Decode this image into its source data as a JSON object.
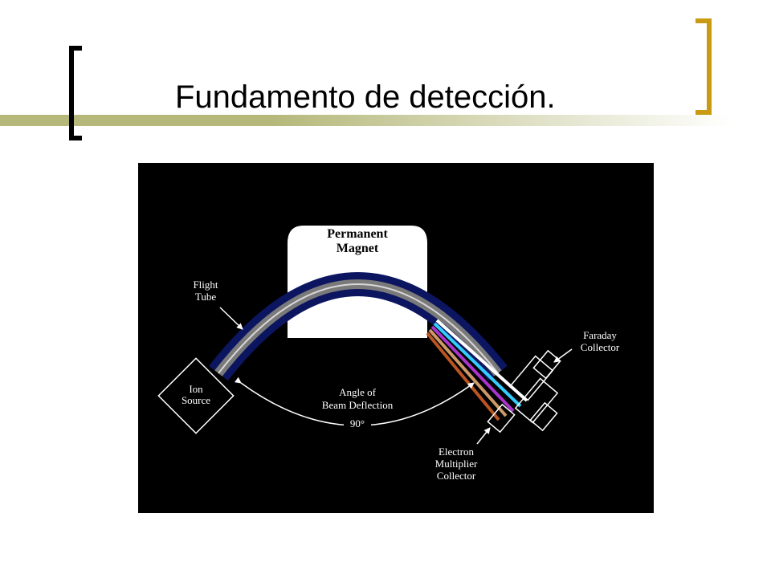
{
  "slide": {
    "title": "Fundamento de detección."
  },
  "diagram": {
    "magnet_label": [
      "Permanent",
      "Magnet"
    ],
    "flight_tube_label": [
      "Flight",
      "Tube"
    ],
    "ion_source_label": [
      "Ion",
      "Source"
    ],
    "angle_label": [
      "Angle of",
      "Beam Deflection"
    ],
    "angle_value": "90°",
    "faraday_label": [
      "Faraday",
      "Collector"
    ],
    "electron_label": [
      "Electron",
      "Multiplier",
      "Collector"
    ]
  },
  "colors": {
    "title_bar": "#b5b87a",
    "bracket_left": "#000000",
    "bracket_right": "#c99a12",
    "diagram_background": "#000000",
    "tube_outer": "#0c1560",
    "tube_inner": "#7a7a7a",
    "beam_colors": [
      "#ffffff",
      "#33ccff",
      "#aa33cc",
      "#cc9966",
      "#bb5522"
    ]
  },
  "icons": [
    "arrow-icon"
  ]
}
